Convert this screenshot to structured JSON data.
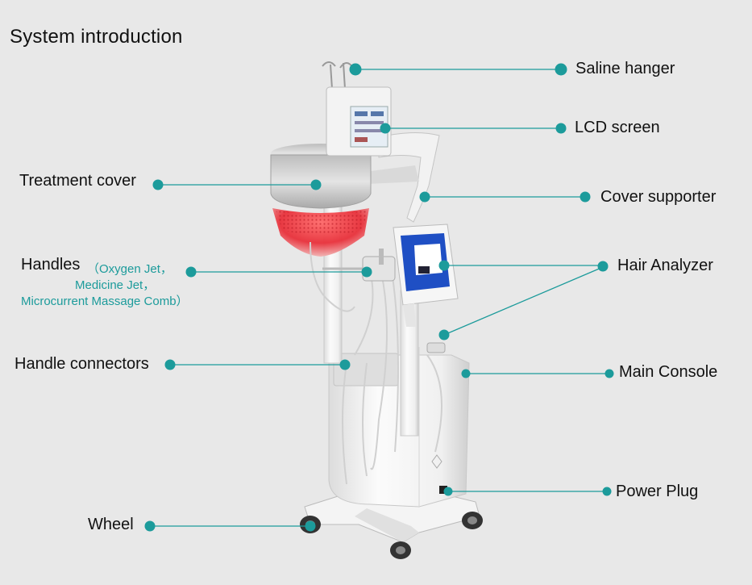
{
  "title": "System introduction",
  "labels": {
    "saline_hanger": "Saline hanger",
    "lcd_screen": "LCD screen",
    "treatment_cover": "Treatment cover",
    "cover_supporter": "Cover supporter",
    "handles": "Handles",
    "handles_sub1": "（Oxygen Jet，",
    "handles_sub2": "Medicine Jet，",
    "handles_sub3": "Microcurrent Massage Comb）",
    "hair_analyzer": "Hair Analyzer",
    "handle_connectors": "Handle connectors",
    "main_console": "Main Console",
    "power_plug": "Power Plug",
    "wheel": "Wheel"
  },
  "colors": {
    "accent": "#1c9b9b",
    "background": "#e8e8e8",
    "machine_body": "#f7f7f7",
    "red_light": "#e8303a",
    "screen_blue": "#1f4fc4"
  }
}
